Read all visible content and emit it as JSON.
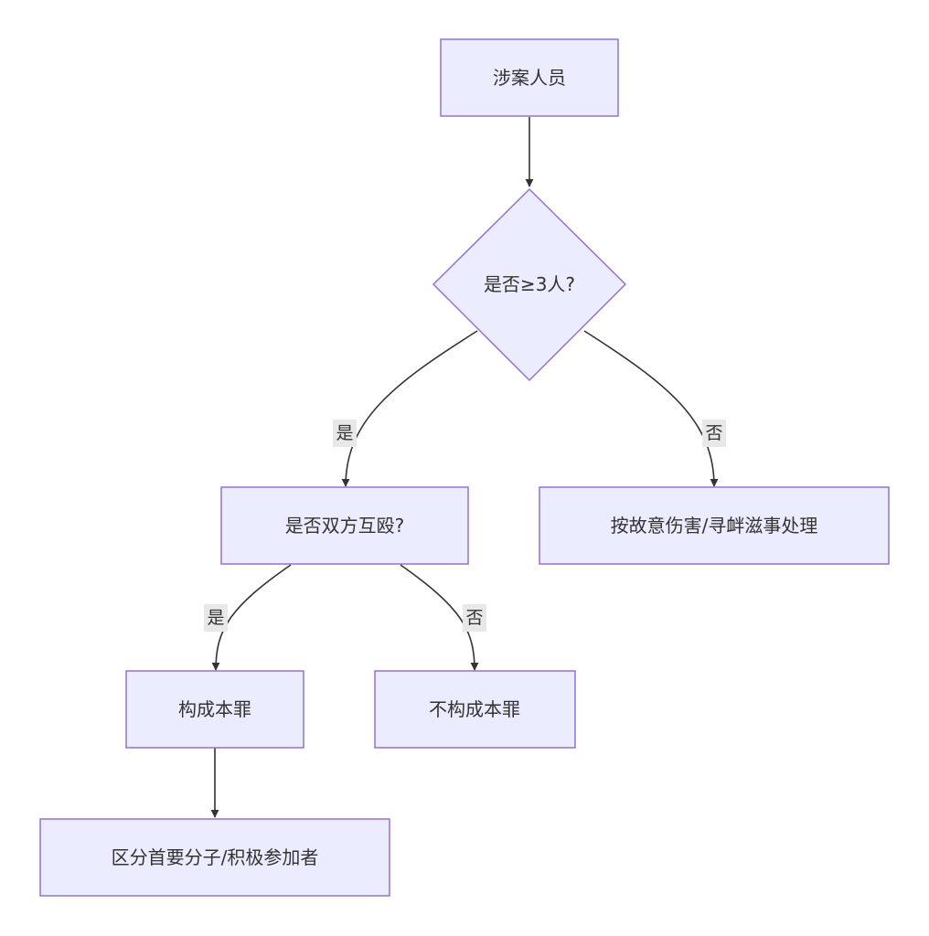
{
  "nodes": {
    "start": "涉案人员",
    "decision_count": "是否≥3人?",
    "decision_mutual": "是否双方互殴?",
    "other_charge": "按故意伤害/寻衅滋事处理",
    "guilty": "构成本罪",
    "not_guilty": "不构成本罪",
    "distinguish": "区分首要分子/积极参加者"
  },
  "edge_labels": {
    "count_yes": "是",
    "count_no": "否",
    "mutual_yes": "是",
    "mutual_no": "否"
  },
  "colors": {
    "node_fill": "#ececff",
    "node_stroke": "#9370db",
    "edge": "#333333",
    "label_bg": "#e8e8e8"
  }
}
